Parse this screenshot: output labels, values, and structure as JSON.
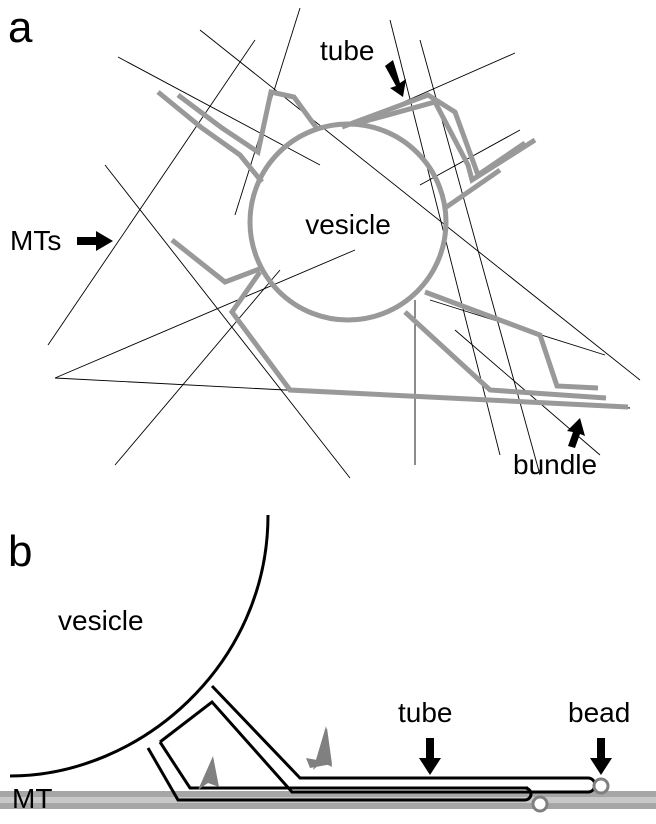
{
  "panel_a": {
    "panel_label": "a",
    "labels": {
      "vesicle": "vesicle",
      "tube": "tube",
      "mts": "MTs",
      "bundle": "bundle"
    }
  },
  "panel_b": {
    "panel_label": "b",
    "labels": {
      "vesicle": "vesicle",
      "tube": "tube",
      "bead": "bead",
      "mt": "MT"
    }
  },
  "colors": {
    "tube_gray": "#999999",
    "microtubule_line": "#000000",
    "mt_band": "#a6a6a6",
    "arrowhead_gray": "#808080"
  }
}
